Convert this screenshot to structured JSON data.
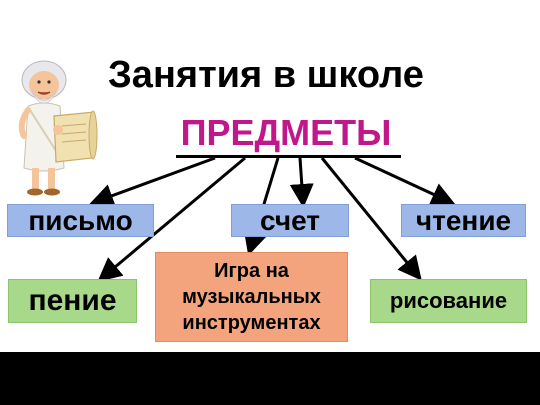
{
  "title": "Занятия в школе",
  "subtitle": "ПРЕДМЕТЫ",
  "subjects": {
    "pismo": "письмо",
    "schet": "счет",
    "chtenie": "чтение",
    "penie": "пение",
    "igra": "Игра на музыкальных инструментах",
    "risovanie": "рисование"
  },
  "colors": {
    "subtitle": "#c0188a",
    "blue_box": "#9db8e8",
    "green_box": "#a8d98a",
    "orange_box": "#f4a47c"
  },
  "illustration": "teacher-with-scroll"
}
